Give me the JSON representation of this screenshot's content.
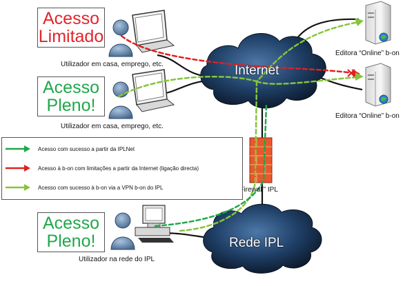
{
  "colors": {
    "red": "#e02020",
    "green": "#1fa84a",
    "light_green": "#86c43a",
    "cloud": "#1c3f6a",
    "firewall": "#e8582c"
  },
  "boxes": {
    "limited": {
      "line1": "Acesso",
      "line2": "Limitado",
      "color": "#e3242b"
    },
    "full_home": {
      "line1": "Acesso",
      "line2": "Pleno!",
      "color": "#1fa84a"
    },
    "full_ipl": {
      "line1": "Acesso",
      "line2": "Pleno!",
      "color": "#1fa84a"
    }
  },
  "captions": {
    "user_home_1": "Utilizador em casa, emprego, etc.",
    "user_home_2": "Utilizador em casa, emprego, etc.",
    "user_ipl": "Utilizador na rede do IPL",
    "server_1": "Editora “Online” b-on",
    "server_2": "Editora “Online” b-on",
    "firewall": "“Firewall” IPL"
  },
  "clouds": {
    "internet": "Internet",
    "ipl": "Rede IPL"
  },
  "legend": [
    {
      "text": "Acesso com sucesso a partir da IPLNet",
      "color": "#1fa84a"
    },
    {
      "text": "Acesso à b-on com limitações a partir da Internet (ligação directa)",
      "color": "#e02020"
    },
    {
      "text": "Acesso com sucesso à b-on via a VPN b-on do IPL",
      "color": "#86c43a"
    }
  ]
}
